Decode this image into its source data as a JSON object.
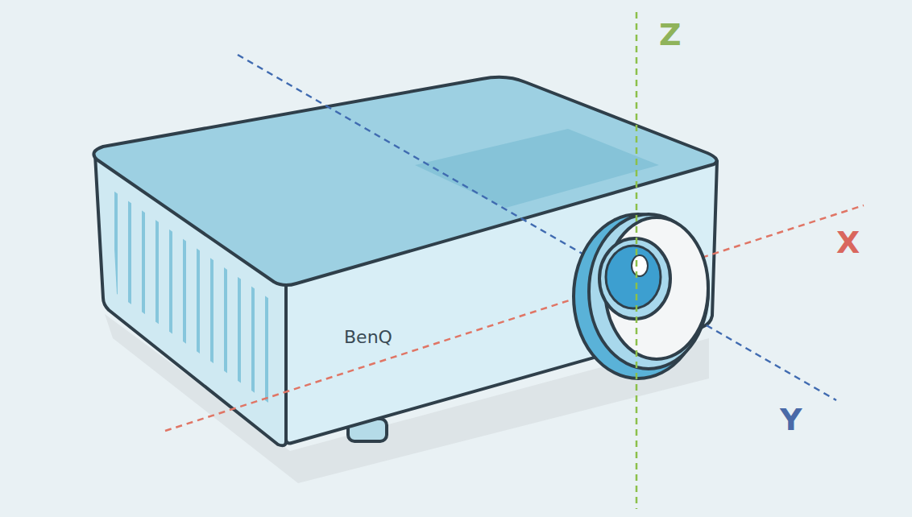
{
  "diagram": {
    "labels": [
      "Z",
      "X",
      "Y",
      "BenQ"
    ]
  }
}
